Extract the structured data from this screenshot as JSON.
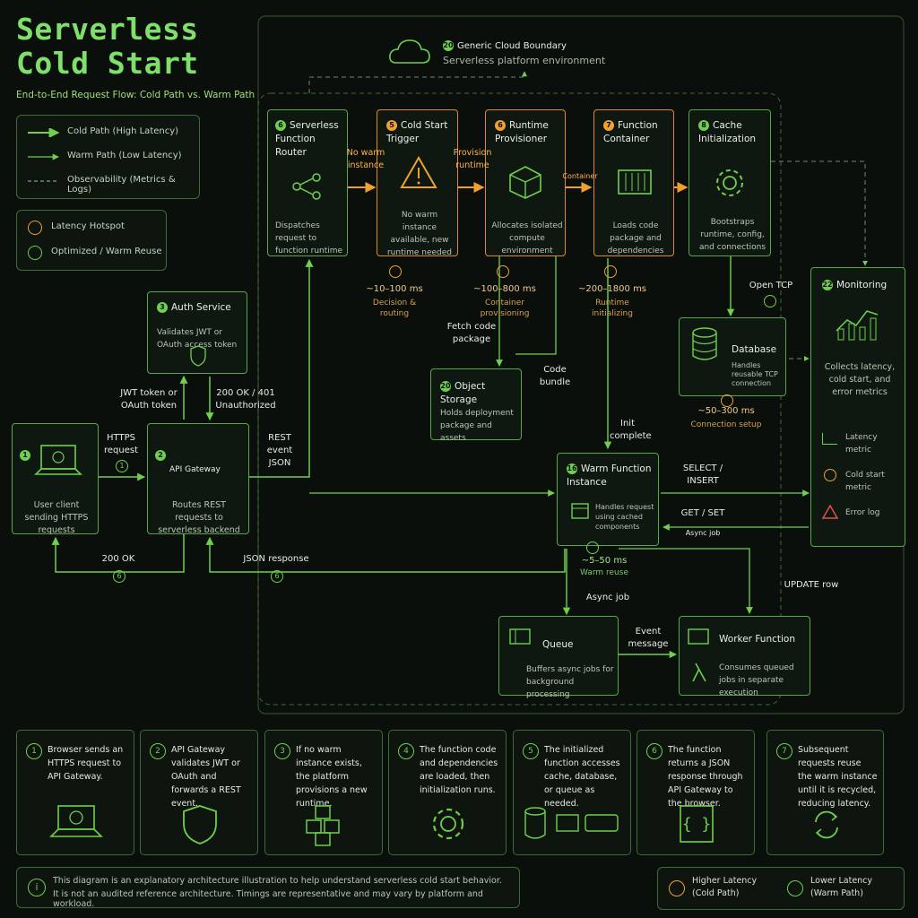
{
  "header": {
    "title": "Serverless Cold Start",
    "subtitle": "End-to-End Request Flow: Cold Path vs. Warm Path"
  },
  "legend": {
    "cold_path": "Cold Path (High Latency)",
    "warm_path": "Warm Path (Low Latency)",
    "observability": "Observability (Metrics & Logs)",
    "latency_hotspot": "Latency Hotspot",
    "optimized": "Optimized / Warm Reuse"
  },
  "boundary": {
    "number": "20",
    "title": "Generic Cloud Boundary",
    "subtitle": "Serverless platform environment"
  },
  "nodes": {
    "router": {
      "num": "6",
      "title": "Serverless Function Router",
      "desc": "Dispatches request to function runtime"
    },
    "trigger": {
      "num": "5",
      "title": "Cold Start Trigger",
      "desc": "No warm instance available, new runtime needed"
    },
    "provisioner": {
      "num": "6",
      "title": "Runtime Provisioner",
      "desc": "Allocates isolated compute environment"
    },
    "container": {
      "num": "7",
      "title": "Function Container",
      "desc": "Loads code package and dependencies"
    },
    "cache": {
      "num": "8",
      "title": "Cache Initialization",
      "desc": "Bootstraps runtime, config, and connections"
    },
    "auth": {
      "num": "3",
      "title": "Auth Service",
      "desc": "Validates JWT or OAuth access token"
    },
    "client": {
      "num": "1",
      "desc": "User client sending HTTPS requests"
    },
    "gateway": {
      "num": "2",
      "title": "API Gateway",
      "desc": "Routes REST requests to serverless backend"
    },
    "storage": {
      "num": "20",
      "title": "Object Storage",
      "desc": "Holds deployment package and assets"
    },
    "database": {
      "title": "Database",
      "desc": "Handles reusable TCP connection"
    },
    "monitoring": {
      "num": "22",
      "title": "Monitoring",
      "desc": "Collects latency, cold start, and error metrics",
      "latency_metric": "Latency metric",
      "cold_start_metric": "Cold start metric",
      "error_log": "Error log"
    },
    "warm": {
      "num": "16",
      "title": "Warm Function Instance",
      "desc": "Handles request using cached components"
    },
    "queue": {
      "title": "Queue",
      "desc": "Buffers async jobs for background processing"
    },
    "worker": {
      "title": "Worker Function",
      "desc": "Consumes queued jobs in separate execution"
    }
  },
  "edge_labels": {
    "no_warm": "No warm instance",
    "provision": "Provision runtime",
    "container": "Container",
    "open_tcp": "Open TCP",
    "fetch_code": "Fetch code package",
    "code_bundle": "Code bundle",
    "init_complete": "Init complete",
    "jwt": "JWT token or OAuth token",
    "ok401": "200 OK / 401 Unauthorized",
    "https": "HTTPS request",
    "https_num": "1",
    "rest": "REST event JSON",
    "select": "SELECT / INSERT",
    "getset": "GET / SET",
    "async_job_small": "Async job",
    "ok200": "200 OK",
    "ok200_num": "6",
    "json_resp": "JSON response",
    "json_num": "6",
    "async_job": "Async job",
    "event_msg": "Event message",
    "update_row": "UPDATE row"
  },
  "metrics": {
    "m1": {
      "value": "~10–100 ms",
      "label": "Decision & routing"
    },
    "m2": {
      "value": "~100–800 ms",
      "label": "Container provisioning"
    },
    "m3": {
      "value": "~200–1800 ms",
      "label": "Runtime initializing"
    },
    "m4": {
      "value": "~50–300 ms",
      "label": "Connection setup"
    },
    "m5": {
      "value": "~5–50 ms",
      "label": "Warm reuse"
    }
  },
  "steps": [
    {
      "num": "1",
      "text": "Browser sends an HTTPS request to API Gateway.",
      "icon": "laptop-icon"
    },
    {
      "num": "2",
      "text": "API Gateway validates JWT or OAuth and forwards a REST event.",
      "icon": "shield-icon"
    },
    {
      "num": "3",
      "text": "If no warm instance exists, the platform provisions a new runtime.",
      "icon": "cubes-icon"
    },
    {
      "num": "4",
      "text": "The function code and dependencies are loaded, then initialization runs.",
      "icon": "gear-icon"
    },
    {
      "num": "5",
      "text": "The initialized function accesses cache, database, or queue as needed.",
      "icon": "database-icon"
    },
    {
      "num": "6",
      "text": "The function returns a JSON response through API Gateway to the browser.",
      "icon": "braces-icon"
    },
    {
      "num": "7",
      "text": "Subsequent requests reuse the warm instance until it is recycled, reducing latency.",
      "icon": "refresh-icon"
    }
  ],
  "footer": {
    "note_line1": "This diagram is an explanatory architecture illustration to help understand serverless cold start behavior.",
    "note_line2": "It is not an audited reference architecture. Timings are representative and may vary by platform and workload.",
    "higher": "Higher Latency (Cold Path)",
    "lower": "Lower Latency (Warm Path)"
  },
  "colors": {
    "green": "#6fcf4f",
    "orange": "#f0a030",
    "bg": "#0b0f0c"
  }
}
